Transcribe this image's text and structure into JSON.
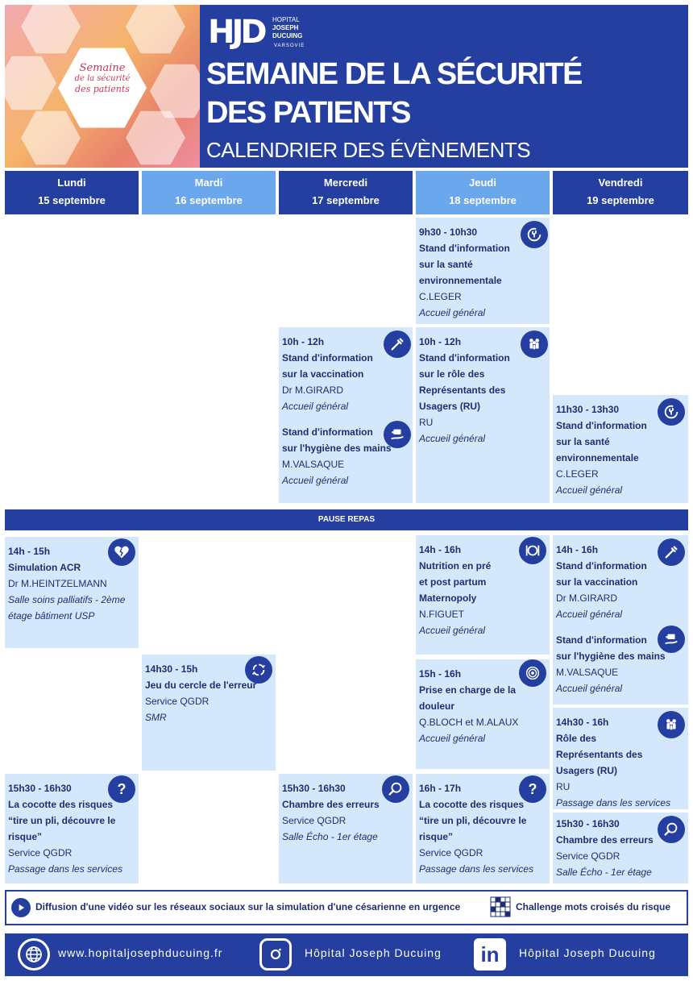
{
  "header": {
    "badge_line1": "Semaine",
    "badge_line2": "de la sécurité",
    "badge_line3": "des patients",
    "logo_mark": "HJD",
    "logo_line1": "HOPITAL",
    "logo_line2": "JOSEPH",
    "logo_line3": "DUCUING",
    "logo_sub": "VARSOVIE",
    "title_line1": "SEMAINE DE LA SÉCURITÉ",
    "title_line2": "DES PATIENTS",
    "title_line3": "CALENDRIER DES ÉVÈNEMENTS"
  },
  "days": [
    {
      "name": "Lundi",
      "date": "15 septembre"
    },
    {
      "name": "Mardi",
      "date": "16 septembre"
    },
    {
      "name": "Mercredi",
      "date": "17 septembre"
    },
    {
      "name": "Jeudi",
      "date": "18 septembre"
    },
    {
      "name": "Vendredi",
      "date": "19 septembre"
    }
  ],
  "pause": "PAUSE REPAS",
  "events": {
    "jeudi_1": {
      "time": "9h30 - 10h30",
      "title1": "Stand d'information",
      "title2": "sur la santé",
      "title3": "environnementale",
      "person": "C.LEGER",
      "place": "Accueil général",
      "icon": "plant-cycle-icon"
    },
    "mercredi_1": {
      "time": "10h - 12h",
      "title1": "Stand d'information",
      "title2": "sur la vaccination",
      "person": "Dr M.GIRARD",
      "place": "Accueil général",
      "icon": "syringe-icon"
    },
    "mercredi_2": {
      "title1": "Stand d'information",
      "title2": "sur l'hygiène des mains",
      "person": "M.VALSAQUE",
      "place": "Accueil général",
      "icon": "hand-wash-icon"
    },
    "jeudi_2": {
      "time": "10h - 12h",
      "title1": "Stand d'information",
      "title2": "sur le rôle des",
      "title3": "Représentants des",
      "title4": "Usagers (RU)",
      "person": "RU",
      "place": "Accueil général",
      "icon": "people-icon"
    },
    "vendredi_1": {
      "time": "11h30 - 13h30",
      "title1": "Stand d'information",
      "title2": "sur la santé",
      "title3": "environnementale",
      "person": "C.LEGER",
      "place": "Accueil général",
      "icon": "plant-cycle-icon"
    },
    "lundi_1": {
      "time": "14h - 15h",
      "title1": "Simulation ACR",
      "person": "Dr M.HEINTZELMANN",
      "place1": "Salle soins palliatifs - 2ème",
      "place2": "étage bâtiment USP",
      "icon": "broken-heart-icon"
    },
    "jeudi_3": {
      "time": "14h - 16h",
      "title1": "Nutrition en pré",
      "title2": "et post partum",
      "title3": "Maternopoly",
      "person": "N.FIGUET",
      "place": "Accueil général",
      "icon": "plate-icon"
    },
    "vendredi_2": {
      "time": "14h - 16h",
      "title1": "Stand d'information",
      "title2": "sur la vaccination",
      "person": "Dr M.GIRARD",
      "place": "Accueil général",
      "icon": "syringe-icon"
    },
    "vendredi_3": {
      "title1": "Stand d'information",
      "title2": "sur l'hygiène des mains",
      "person": "M.VALSAQUE",
      "place": "Accueil général",
      "icon": "hand-wash-icon"
    },
    "mardi_1": {
      "time": "14h30 - 15h",
      "title1": "Jeu du cercle de l'erreur",
      "person": "Service QGDR",
      "place": "SMR",
      "icon": "cycle-arrows-icon"
    },
    "jeudi_4": {
      "time": "15h - 16h",
      "title1": "Prise en charge de la",
      "title2": "douleur",
      "person": "Q.BLOCH et M.ALAUX",
      "place": "Accueil général",
      "icon": "target-icon"
    },
    "vendredi_4": {
      "time": "14h30 - 16h",
      "title1": "Rôle des",
      "title2": "Représentants des",
      "title3": "Usagers (RU)",
      "person": "RU",
      "place": "Passage dans les services",
      "icon": "people-icon"
    },
    "lundi_2": {
      "time": "15h30 - 16h30",
      "title1": "La cocotte des risques",
      "title2": "“tire un pli, découvre le",
      "title3": "risque”",
      "person": "Service QGDR",
      "place": "Passage dans les services",
      "icon": "question-icon"
    },
    "mercredi_3": {
      "time": "15h30 - 16h30",
      "title1": "Chambre des erreurs",
      "person": "Service QGDR",
      "place": "Salle Écho - 1er étage",
      "icon": "magnifier-icon"
    },
    "jeudi_5": {
      "time": "16h - 17h",
      "title1": "La cocotte des risques",
      "title2": "“tire un pli, découvre le",
      "title3": "risque”",
      "person": "Service QGDR",
      "place": "Passage dans les services",
      "icon": "question-icon"
    },
    "vendredi_5": {
      "time": "15h30 - 16h30",
      "title1": "Chambre des erreurs",
      "person": "Service QGDR",
      "place": "Salle Écho - 1er étage",
      "icon": "magnifier-icon"
    }
  },
  "bottom": {
    "video_text": "Diffusion d'une vidéo sur les réseaux sociaux sur la simulation d'une césarienne en urgence",
    "crossword_text": "Challenge mots croisés du risque"
  },
  "footer": {
    "website": "www.hopitaljosephducuing.fr",
    "instagram": "Hôpital Joseph Ducuing",
    "linkedin": "Hôpital Joseph Ducuing",
    "linkedin_mark": "in"
  },
  "colors": {
    "primary": "#243f9f",
    "light_day": "#6aa7ec",
    "card": "#d5e7fb",
    "text": "#1e2f6e"
  }
}
